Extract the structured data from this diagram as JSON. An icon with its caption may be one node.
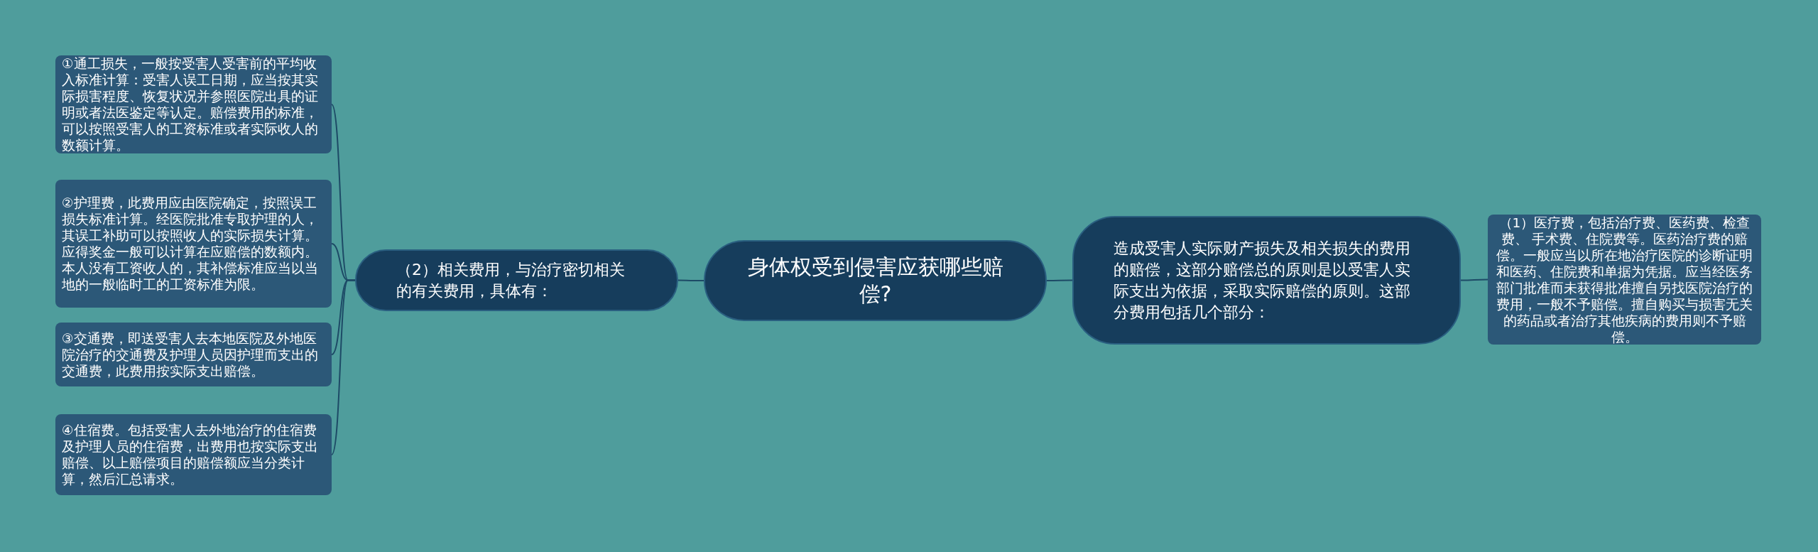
{
  "diagram": {
    "nodes": [
      {
        "text": [
          "身体权受到侵害应获哪些赔偿?"
        ]
      },
      {
        "text": [
          "（2）相关费用，与治疗密切相关的有关费用，具体有："
        ]
      },
      {
        "text": [
          "①通工损失，一般按受害人受害前的平均收入标准计算：受害人误工日期，应当按其实际损害程度、恢复状况并参照医院出具的证明或者法医鉴定等认定。赔偿费用的标准，可以按照受害人的工资标准或者实际收人的数额计算。"
        ]
      },
      {
        "text": [
          "②护理费，此费用应由医院确定，按照误工损失标准计算。经医院批准专取护理的人，其误工补助可以按照收人的实际损失计算。应得奖金一般可以计算在应赔偿的数额内。本人没有工资收人的，其补偿标准应当以当地的一般临时工的工资标准为限。"
        ]
      },
      {
        "text": [
          "③交通费，即送受害人去本地医院及外地医院治疗的交通费及护理人员因护理而支出的交通费，此费用按实际支出赔偿。"
        ]
      },
      {
        "text": [
          "④住宿费。包括受害人去外地治疗的住宿费及护理人员的住宿费，出费用也按实际支出赔偿、以上赔偿项目的赔偿额应当分类计算，然后汇总请求。"
        ]
      },
      {
        "text": [
          "造成受害人实际财产损失及相关损失的费用的赔偿，这部分赔偿总的原则是以受害人实际支出为依据，采取实际赔偿的原则。这部分费用包括几个部分："
        ]
      },
      {
        "text": [
          "（1）医疗费，包括治疗费、医药费、检查费、 手术费、住院费等。医药治疗费的赔偿。一般应当以所在地治疗医院的诊断证明和医药、住院费和单据为凭据。应当经医务部门批准而未获得批准擅自另找医院治疗的费用，一般不予赔偿。擅自购买与损害无关的药品或者治疗其他疾病的费用则不予赔偿。"
        ]
      }
    ],
    "edges": [
      {
        "from": 0,
        "to": 1,
        "arrow": "none"
      },
      {
        "from": 1,
        "to": 2,
        "arrow": "none"
      },
      {
        "from": 1,
        "to": 3,
        "arrow": "none"
      },
      {
        "from": 1,
        "to": 4,
        "arrow": "none"
      },
      {
        "from": 1,
        "to": 5,
        "arrow": "none"
      },
      {
        "from": 0,
        "to": 6,
        "arrow": "none"
      },
      {
        "from": 6,
        "to": 7,
        "arrow": "none"
      }
    ]
  }
}
